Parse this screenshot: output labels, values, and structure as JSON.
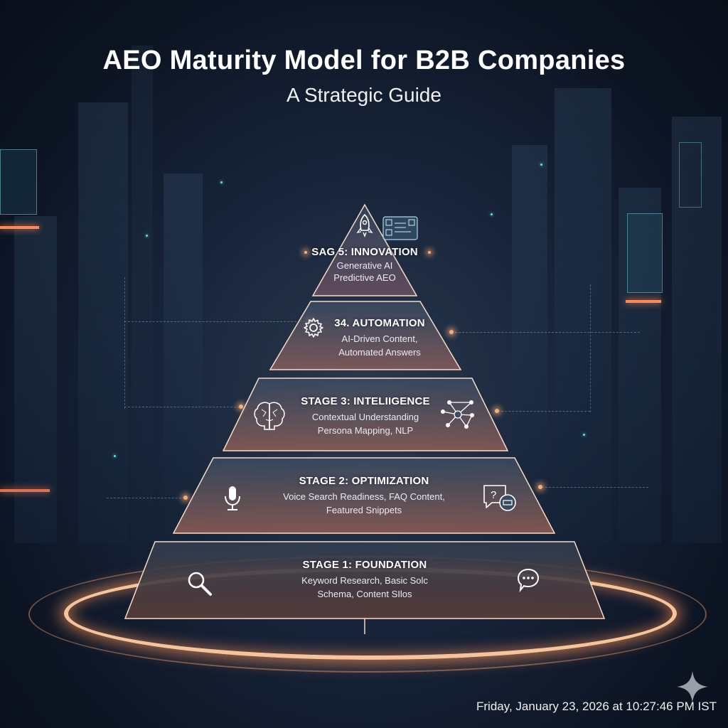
{
  "header": {
    "title": "AEO Maturity Model for B2B Companies",
    "subtitle": "A Strategic Guide"
  },
  "pyramid": {
    "stages": [
      {
        "level": 5,
        "title": "SAG 5: INNOVATION",
        "description_lines": [
          "Generative AI",
          "Predictive AEO"
        ],
        "icons": [
          "rocket-icon",
          "dashboard-panel-icon"
        ]
      },
      {
        "level": 4,
        "title": "34. AUTOMATION",
        "description_lines": [
          "AI-Driven Content,",
          "Automated Answers"
        ],
        "icons": [
          "gear-icon"
        ]
      },
      {
        "level": 3,
        "title": "STAGE 3: INTELIIGENCE",
        "description_lines": [
          "Contextual Understanding",
          "Persona Mapping, NLP"
        ],
        "icons": [
          "brain-icon",
          "network-nodes-icon"
        ]
      },
      {
        "level": 2,
        "title": "STAGE 2: OPTIMIZATION",
        "description_lines": [
          "Voice Search Readiness, FAQ Content,",
          "Featured Snippets"
        ],
        "icons": [
          "microphone-icon",
          "faq-chat-icon"
        ]
      },
      {
        "level": 1,
        "title": "STAGE 1: FOUNDATION",
        "description_lines": [
          "Keyword Research, Basic Solc",
          "Schema, Content SIlos"
        ],
        "icons": [
          "magnifier-icon",
          "chat-bubble-icon"
        ]
      }
    ]
  },
  "footer": {
    "timestamp": "Friday, January 23, 2026 at 10:27:46 PM IST"
  },
  "colors": {
    "background": "#0d1524",
    "glow": "#f2b07a",
    "edge": "#f6dcc4",
    "accent_teal": "#5fe0e0"
  }
}
